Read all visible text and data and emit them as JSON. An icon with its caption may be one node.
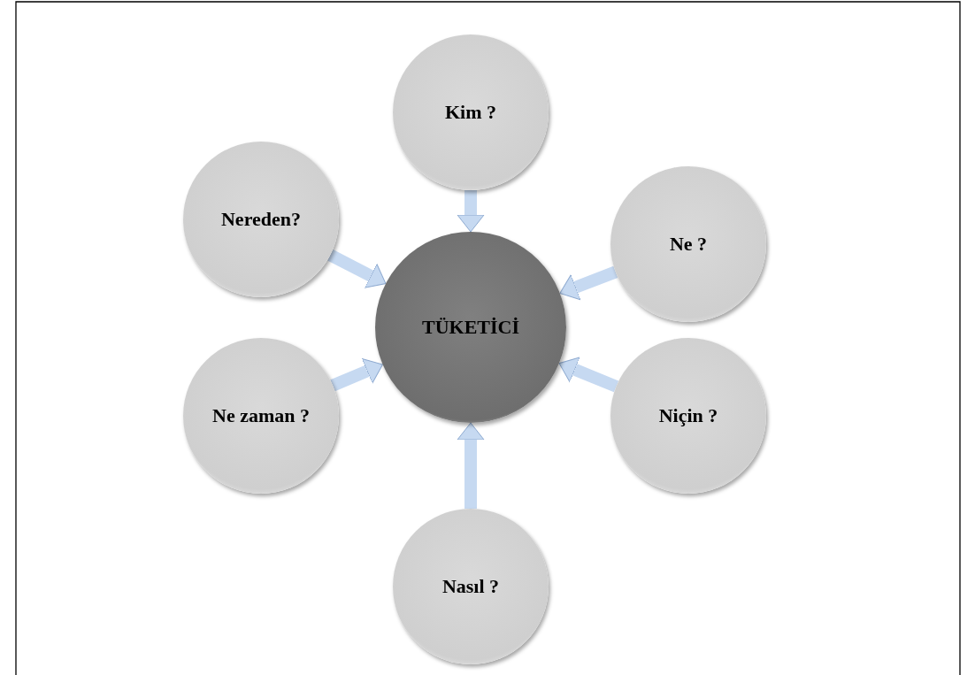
{
  "diagram": {
    "nodes": [
      {
        "text": [
          "Kim ?"
        ]
      },
      {
        "text": [
          "Ne ?"
        ]
      },
      {
        "text": [
          "Niçin ?"
        ]
      },
      {
        "text": [
          "Nasıl ?"
        ]
      },
      {
        "text": [
          "Ne zaman ?"
        ]
      },
      {
        "text": [
          "Nereden?"
        ]
      },
      {
        "text": [
          "TÜKETİCİ"
        ]
      }
    ],
    "edges": [
      {
        "from": 0,
        "to": 6,
        "arrow": "to"
      },
      {
        "from": 1,
        "to": 6,
        "arrow": "to"
      },
      {
        "from": 2,
        "to": 6,
        "arrow": "to"
      },
      {
        "from": 3,
        "to": 6,
        "arrow": "to"
      },
      {
        "from": 4,
        "to": 6,
        "arrow": "to"
      },
      {
        "from": 5,
        "to": 6,
        "arrow": "to"
      }
    ]
  }
}
